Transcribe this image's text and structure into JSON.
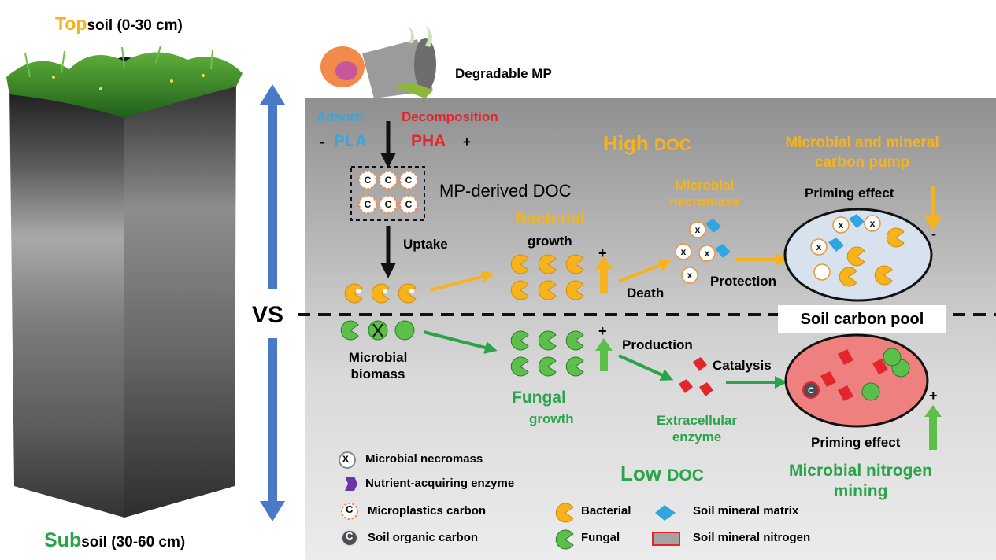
{
  "soil_column": {
    "top_label_prefix": "Top",
    "top_label_suffix": "soil (0-30 cm)",
    "bottom_label_prefix": "Sub",
    "bottom_label_suffix": "soil (30-60 cm)",
    "vs": "VS"
  },
  "header": {
    "degradable_mp": "Degradable MP"
  },
  "top_section": {
    "adsorb": "Adsorb",
    "decomposition": "Decomposition",
    "pla_sign": "-",
    "pla": "PLA",
    "pha": "PHA",
    "pha_sign": "+",
    "high_doc_prefix": "High",
    "high_doc_suffix": "DOC",
    "carbon_pump_line1": "Microbial and mineral",
    "carbon_pump_line2": "carbon pump",
    "mp_derived_doc": "MP-derived DOC",
    "microbial_necromass_line1": "Microbial",
    "microbial_necromass_line2": "necromass",
    "priming_effect": "Priming effect",
    "uptake": "Uptake",
    "bacterial": "Bacterial",
    "growth": "growth",
    "plus": "+",
    "minus": "-",
    "death": "Death",
    "protection": "Protection"
  },
  "soil_carbon_pool": "Soil carbon pool",
  "bottom_section": {
    "microbial_biomass_line1": "Microbial",
    "microbial_biomass_line2": "biomass",
    "production": "Production",
    "catalysis": "Catalysis",
    "fungal": "Fungal",
    "growth": "growth",
    "extracellular_line1": "Extracellular",
    "extracellular_line2": "enzyme",
    "priming_effect": "Priming effect",
    "low_doc_prefix": "Low",
    "low_doc_suffix": "DOC",
    "nitrogen_mining_line1": "Microbial nitrogen",
    "nitrogen_mining_line2": "mining",
    "plus": "+"
  },
  "legend": {
    "microbial_necromass": "Microbial necromass",
    "nutrient_enzyme": "Nutrient-acquiring enzyme",
    "microplastics_carbon": "Microplastics carbon",
    "soil_organic_carbon": "Soil organic carbon",
    "bacterial": "Bacterial",
    "fungal": "Fungal",
    "soil_mineral_matrix": "Soil mineral matrix",
    "soil_mineral_nitrogen": "Soil mineral nitrogen",
    "c_glyph": "C",
    "x_glyph": "x"
  },
  "colors": {
    "topsoil_accent": "#f7b31b",
    "subsoil_accent": "#2aa44a",
    "adsorb": "#3fa3dc",
    "decomposition": "#e3262b",
    "arrow_blue": "#4a7ac7",
    "bacterial_fill": "#f7b31b",
    "fungal_fill": "#5cbf4a",
    "enzyme_red": "#e3262b",
    "mineral_blue": "#2fa6e0"
  }
}
